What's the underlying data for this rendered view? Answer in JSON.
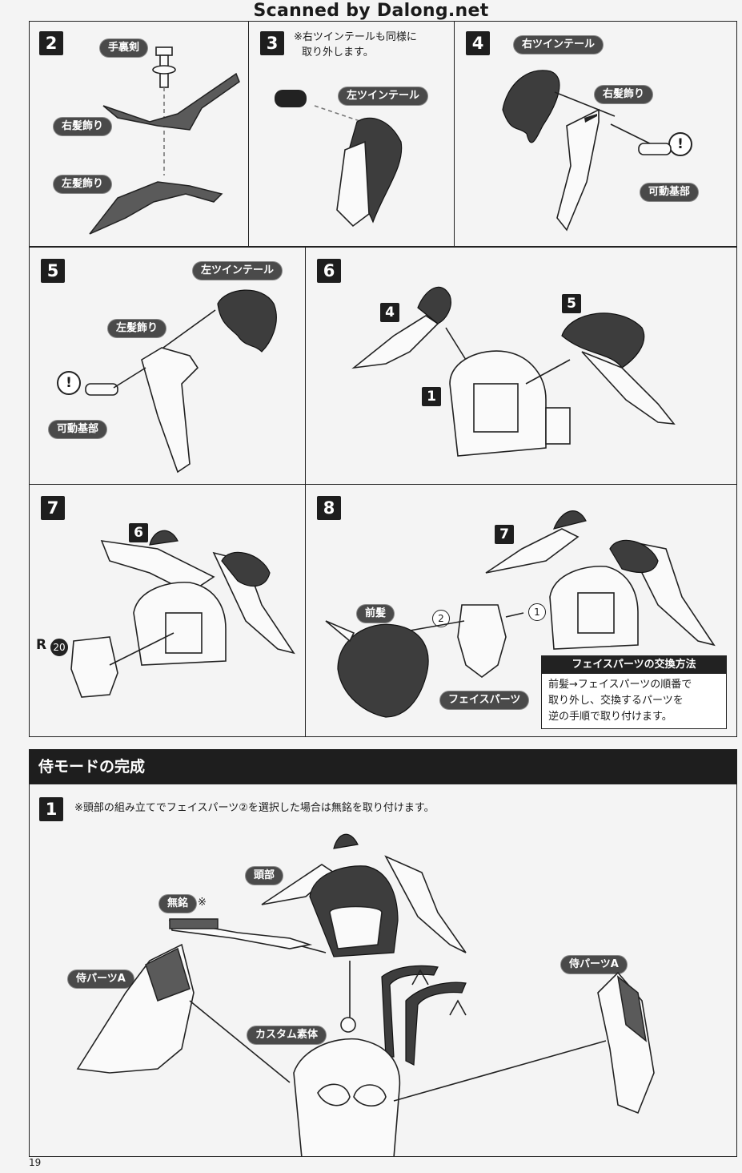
{
  "header": {
    "watermark": "Scanned by Dalong.net"
  },
  "steps": {
    "s2": {
      "num": "2",
      "labels": {
        "tebaken": "手裏剣",
        "right_hair": "右髪飾り",
        "left_hair": "左髪飾り"
      }
    },
    "s3": {
      "num": "3",
      "note_line1": "※右ツインテールも同様に",
      "note_line2": "取り外します。",
      "label": "左ツインテール"
    },
    "s4": {
      "num": "4",
      "labels": {
        "right_tail": "右ツインテール",
        "right_hair": "右髪飾り",
        "joint": "可動基部"
      },
      "warn": "!"
    },
    "s5": {
      "num": "5",
      "labels": {
        "left_tail": "左ツインテール",
        "left_hair": "左髪飾り",
        "joint": "可動基部"
      },
      "warn": "!"
    },
    "s6": {
      "num": "6",
      "refs": {
        "a": "4",
        "b": "5",
        "c": "1"
      }
    },
    "s7": {
      "num": "7",
      "refs": {
        "a": "6"
      },
      "part_letter": "R",
      "part_number": "20"
    },
    "s8": {
      "num": "8",
      "refs": {
        "a": "7"
      },
      "labels": {
        "bangs": "前髪",
        "face": "フェイスパーツ"
      },
      "order": {
        "first": "1",
        "second": "2"
      },
      "info": {
        "title": "フェイスパーツの交換方法",
        "line1": "前髪→フェイスパーツの順番で",
        "line2": "取り外し、交換するパーツを",
        "line3": "逆の手順で取り付けます。"
      }
    }
  },
  "section": {
    "title": "侍モードの完成",
    "step1": {
      "num": "1",
      "note": "※頭部の組み立てでフェイスパーツ②を選択した場合は無銘を取り付けます。"
    },
    "labels": {
      "head": "頭部",
      "mumei": "無銘",
      "mumei_mark": "※",
      "samurai_a_left": "侍パーツA",
      "samurai_a_right": "侍パーツA",
      "body": "カスタム素体"
    }
  },
  "page_number": "19"
}
